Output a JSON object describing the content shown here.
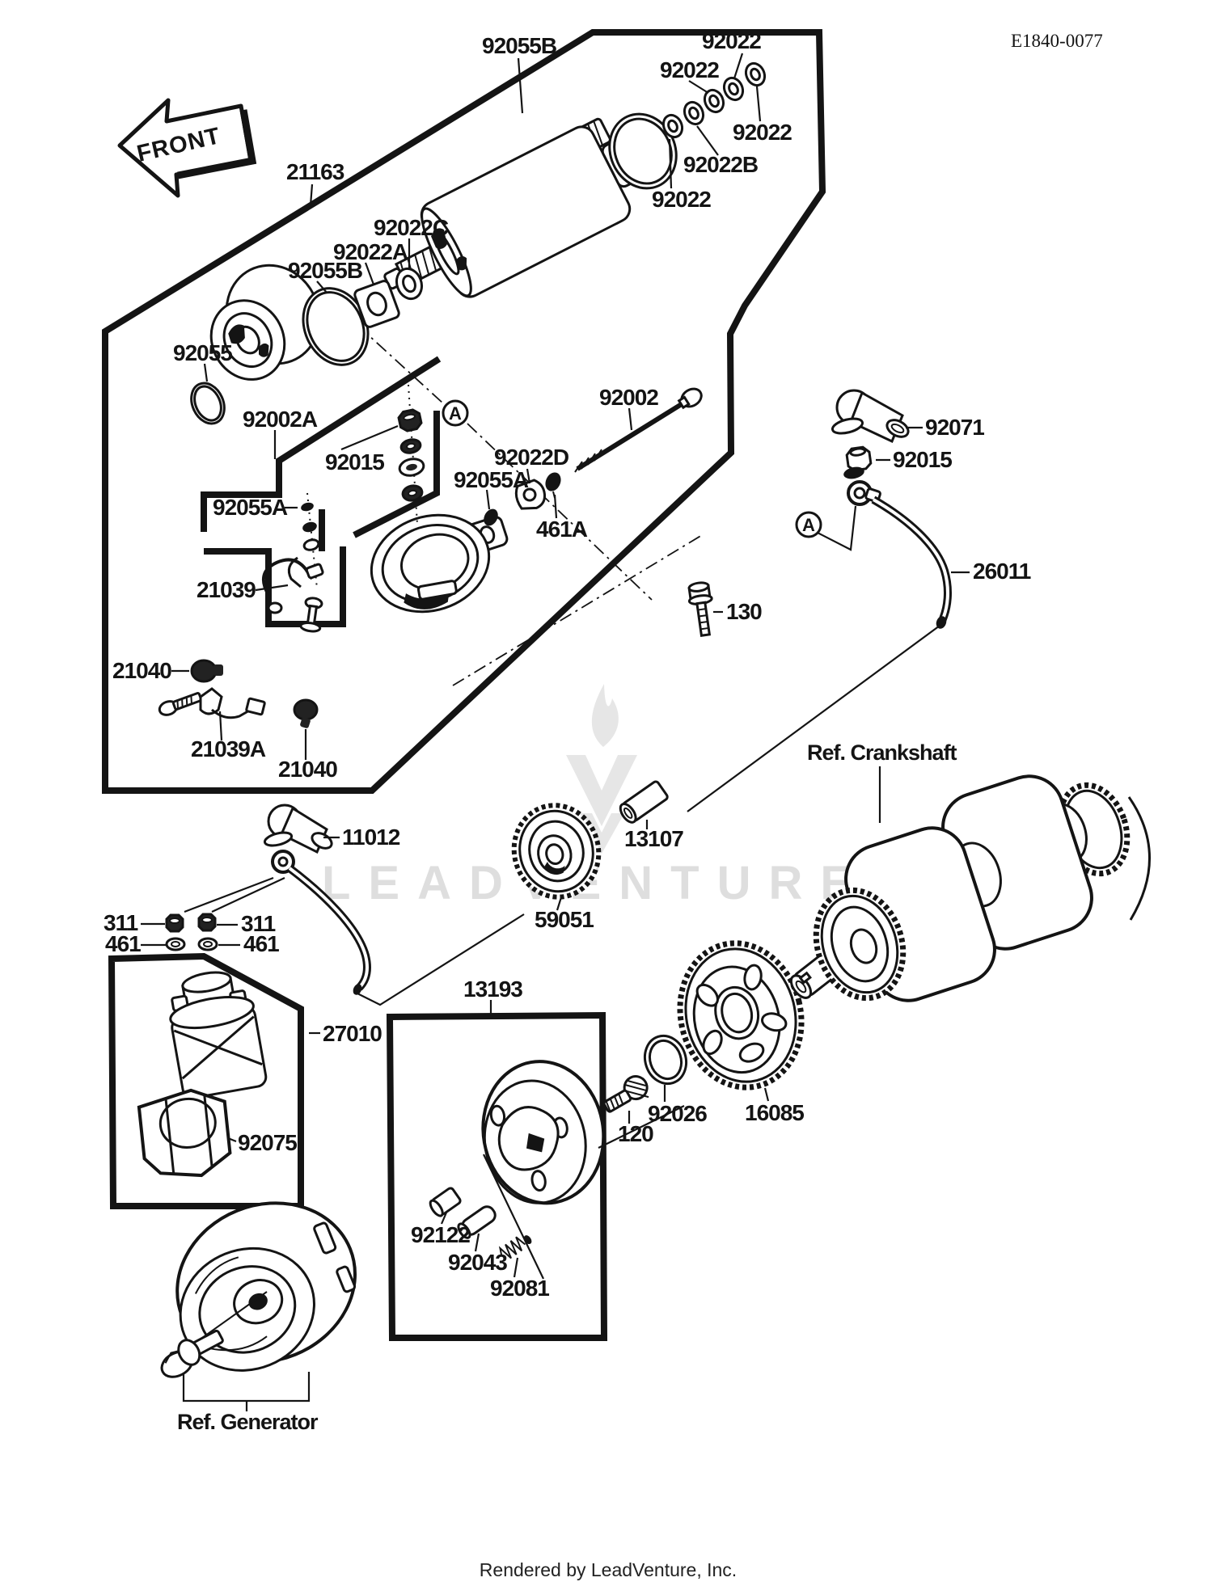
{
  "page": {
    "code": "E1840-0077",
    "front": "FRONT",
    "marker_a": "A",
    "watermark": "LEADVENTURE",
    "footer": "Rendered by LeadVenture, Inc."
  },
  "callouts": {
    "c92055b_top": "92055B",
    "c92022_a": "92022",
    "c92022_b": "92022",
    "c92022_c": "92022",
    "c92022b": "92022B",
    "c92022_d": "92022",
    "c21163": "21163",
    "c92022c": "92022C",
    "c92022a": "92022A",
    "c92055b_2": "92055B",
    "c92055": "92055",
    "c92002a": "92002A",
    "c92015_left": "92015",
    "c92055a_1": "92055A",
    "c92022d": "92022D",
    "c92055a_2": "92055A",
    "c461a": "461A",
    "c92002": "92002",
    "c92071": "92071",
    "c92015_right": "92015",
    "c26011": "26011",
    "c21039": "21039",
    "c130": "130",
    "c21040_left": "21040",
    "c21039a": "21039A",
    "c21040_bottom": "21040",
    "cref_crankshaft": "Ref. Crankshaft",
    "c11012": "11012",
    "c13107": "13107",
    "c311_left": "311",
    "c311_right": "311",
    "c461_left": "461",
    "c461_right": "461",
    "c59051": "59051",
    "c13193": "13193",
    "c27010": "27010",
    "c92075": "92075",
    "c92026": "92026",
    "c120": "120",
    "c16085": "16085",
    "c92122": "92122",
    "c92043": "92043",
    "c92081": "92081",
    "cref_generator": "Ref. Generator"
  }
}
